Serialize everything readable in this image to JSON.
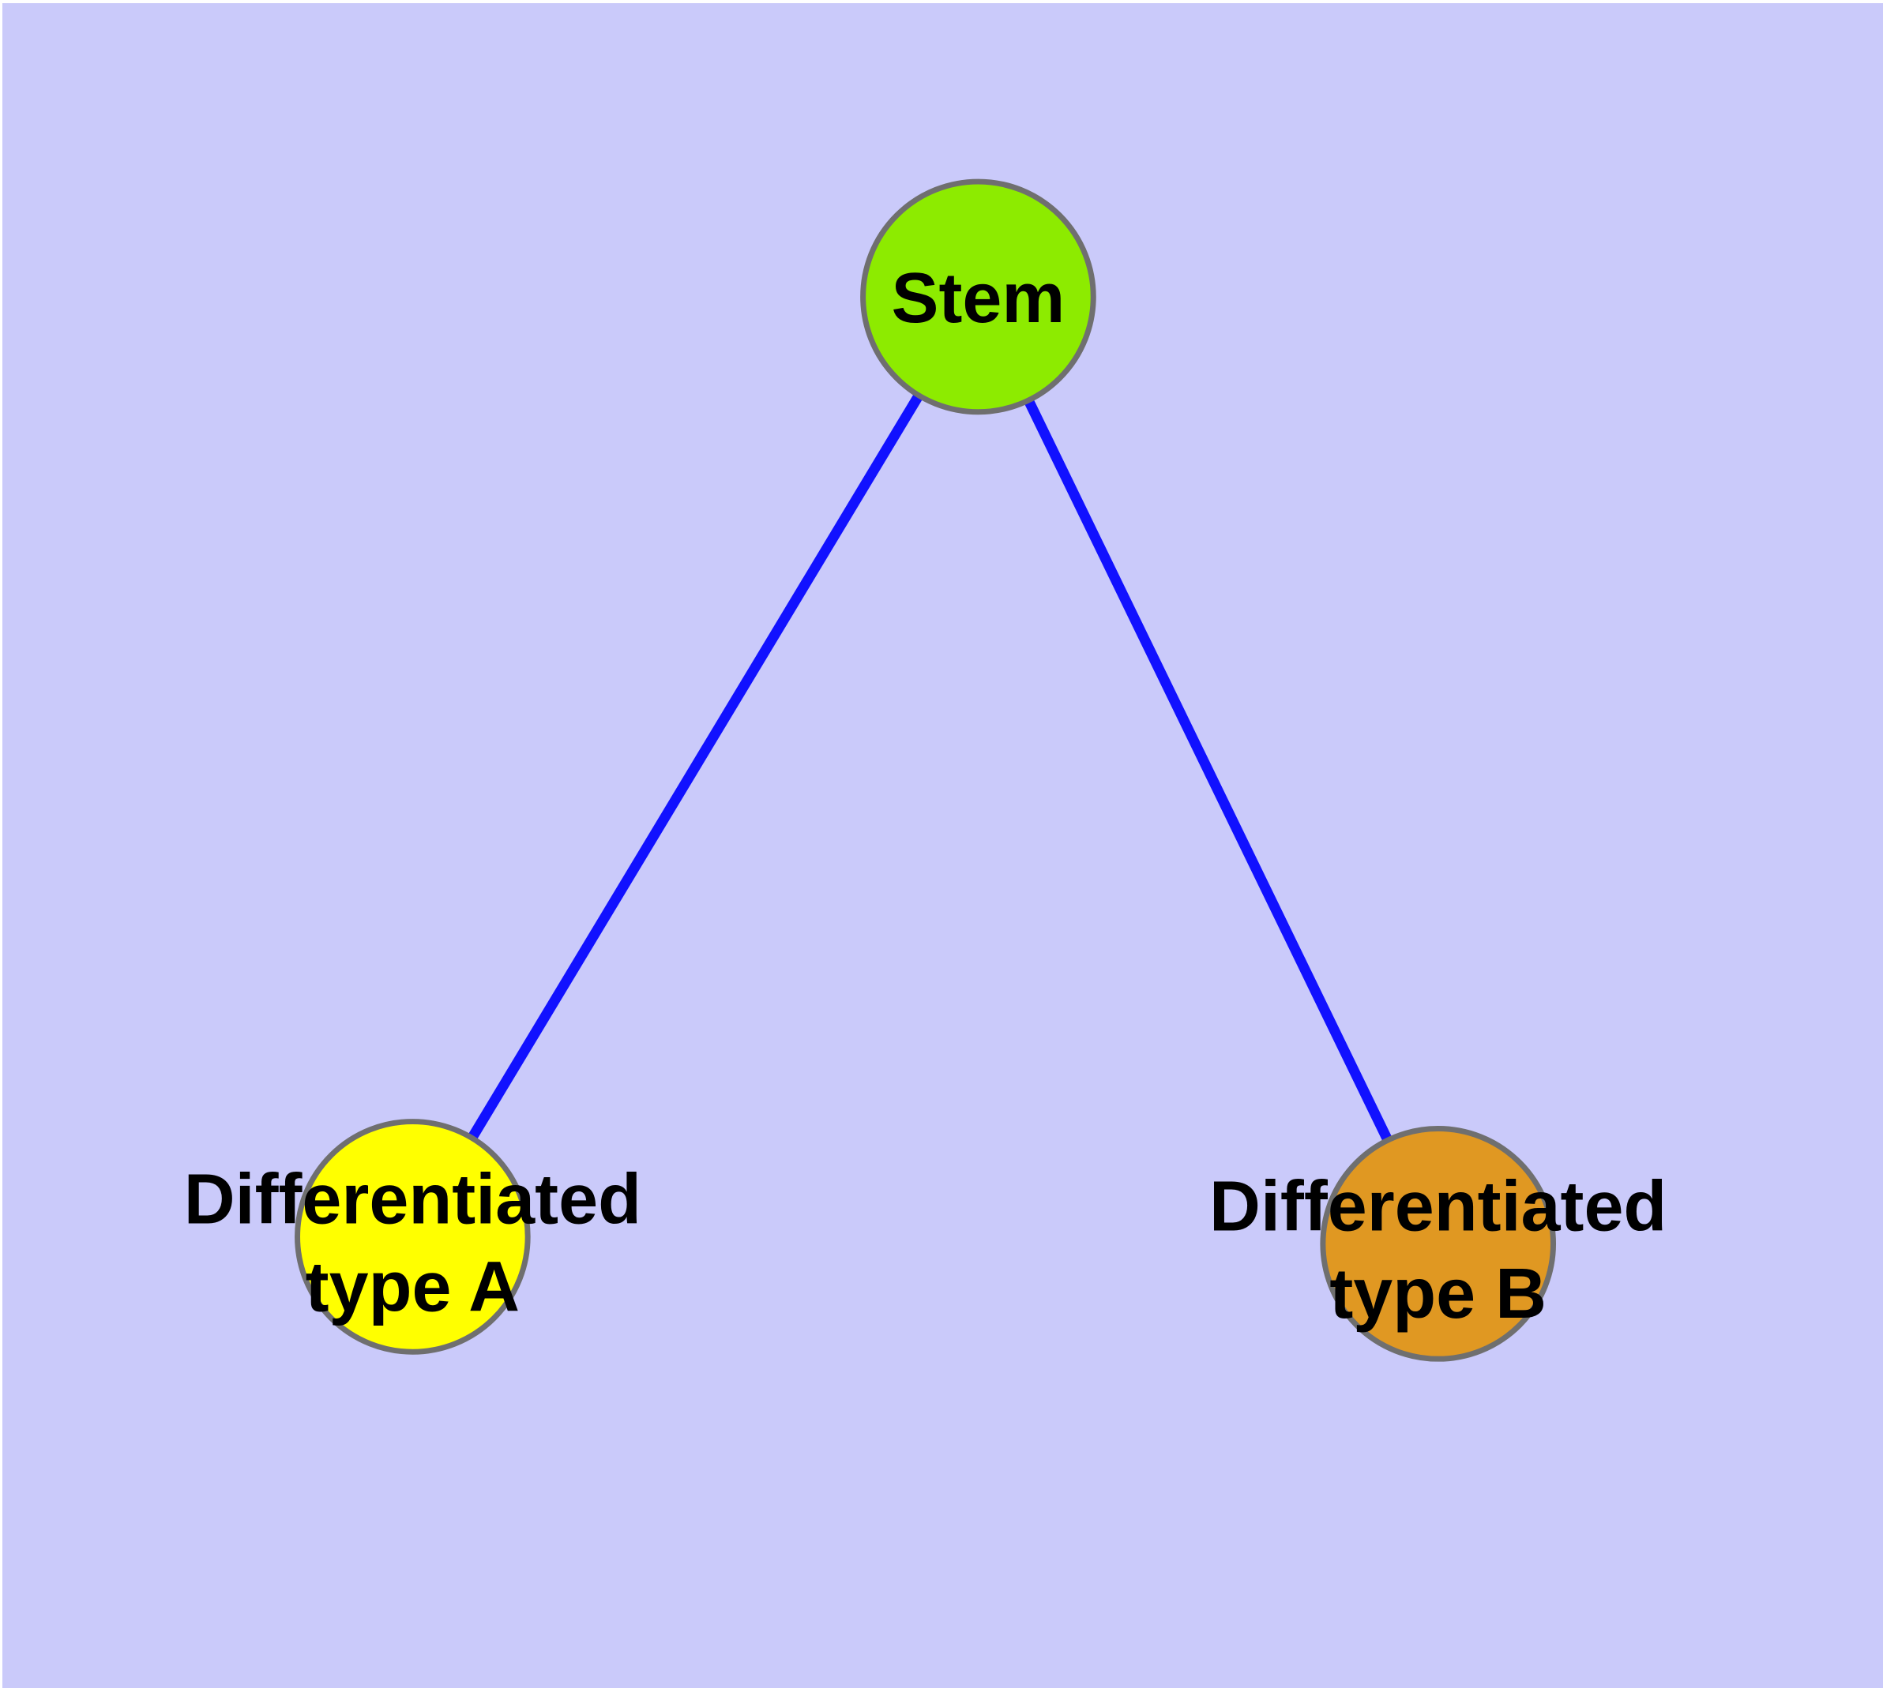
{
  "diagram": {
    "type": "graph",
    "description": "Stem cell differentiation tree: one stem node connected to two differentiated cell type nodes",
    "nodes": {
      "stem": {
        "label": "Stem",
        "fill": "#8DEB00"
      },
      "type_a": {
        "label_line1": "Differentiated",
        "label_line2": "type A",
        "fill": "#FFFF00"
      },
      "type_b": {
        "label_line1": "Differentiated",
        "label_line2": "type B",
        "fill": "#E09822"
      }
    },
    "edges": [
      {
        "from": "Stem",
        "to": "Differentiated type A"
      },
      {
        "from": "Stem",
        "to": "Differentiated type B"
      }
    ]
  },
  "colors": {
    "background": "#CACAFA",
    "page_margin": "#FFFFFF",
    "edge": "#1111FF",
    "node_border": "#6F6F6F",
    "stem_fill": "#8DEB00",
    "type_a_fill": "#FFFF00",
    "type_b_fill": "#E09822",
    "label_text": "#000000"
  }
}
